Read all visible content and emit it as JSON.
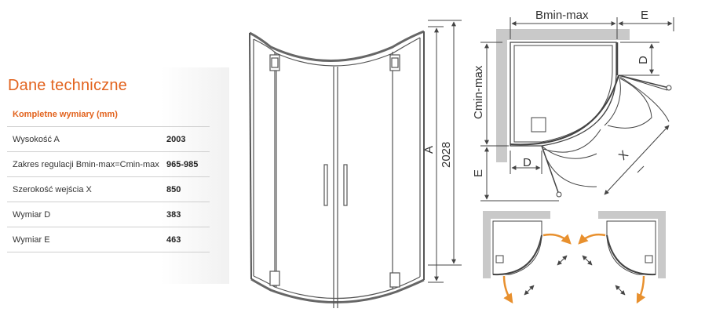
{
  "specs": {
    "title": "Dane techniczne",
    "subtitle": "Kompletne wymiary (mm)",
    "rows": [
      {
        "label": "Wysokość A",
        "value": "2003"
      },
      {
        "label": "Zakres regulacji Bmin-max=Cmin-max",
        "value": "965-985"
      },
      {
        "label": "Szerokość wejścia X",
        "value": "850"
      },
      {
        "label": "Wymiar D",
        "value": "383"
      },
      {
        "label": "Wymiar E",
        "value": "463"
      }
    ]
  },
  "drawing": {
    "label_a": "A",
    "label_height": "2028"
  },
  "plan": {
    "label_b": "Bmin-max",
    "label_e_top": "E",
    "label_d_right": "D",
    "label_c": "Cmin-max",
    "label_e_left": "E",
    "label_d_bottom": "D",
    "label_x": "X"
  },
  "colors": {
    "accent": "#e2631e",
    "arrow": "#e8902e",
    "wall": "#c9c9c9",
    "line": "#444444"
  }
}
